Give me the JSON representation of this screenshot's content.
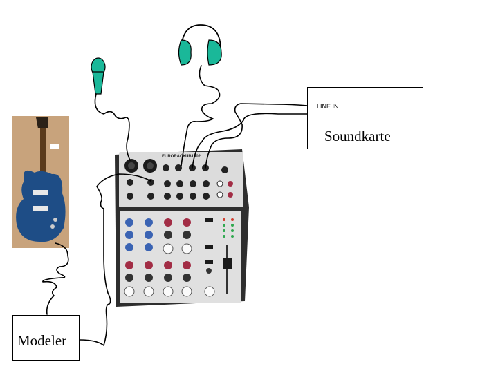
{
  "soundcard": {
    "input_label": "LINE IN",
    "title": "Soundkarte"
  },
  "modeler": {
    "title": "Modeler"
  },
  "mixer": {
    "brand_label": "EURORACK",
    "model_label": "UB1002"
  },
  "colors": {
    "headphone": "#1ab899",
    "microphone": "#1ab899",
    "guitar_body": "#1e4d86",
    "wood_background": "#c8a37c",
    "mixer_body": "#2e2e2e",
    "mixer_panel": "#dcdcdc",
    "knob_blue": "#3a63b3",
    "knob_red": "#a22d45"
  },
  "icons": [
    "headphones-icon",
    "microphone-icon",
    "electric-guitar-image",
    "mixer-console-image"
  ]
}
